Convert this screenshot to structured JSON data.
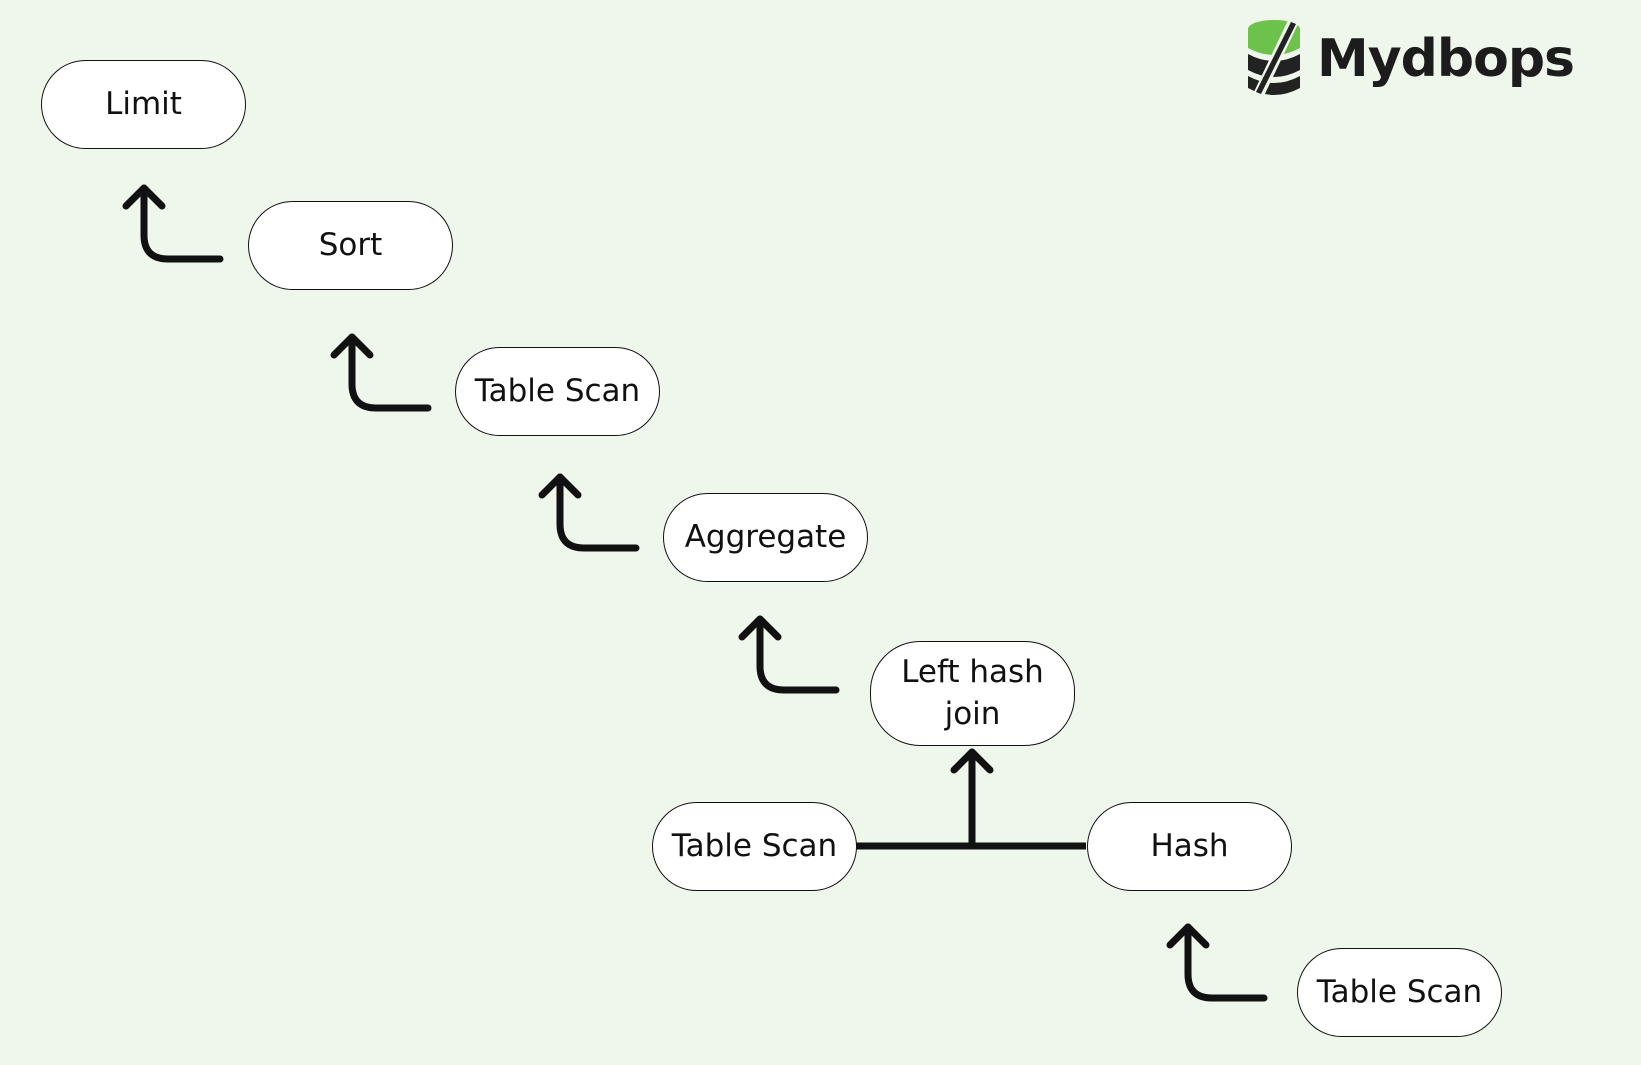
{
  "logo": {
    "text": "Mydbops",
    "icon": "database-cylinder-icon",
    "colors": {
      "green": "#6cc24a",
      "dark": "#222222"
    }
  },
  "nodes": {
    "limit": "Limit",
    "sort": "Sort",
    "table_scan_1": "Table Scan",
    "aggregate": "Aggregate",
    "left_hash_join": "Left hash\njoin",
    "table_scan_2": "Table Scan",
    "hash": "Hash",
    "table_scan_3": "Table Scan"
  },
  "colors": {
    "background": "#eff6ec",
    "node_fill": "#ffffff",
    "stroke": "#111111"
  }
}
